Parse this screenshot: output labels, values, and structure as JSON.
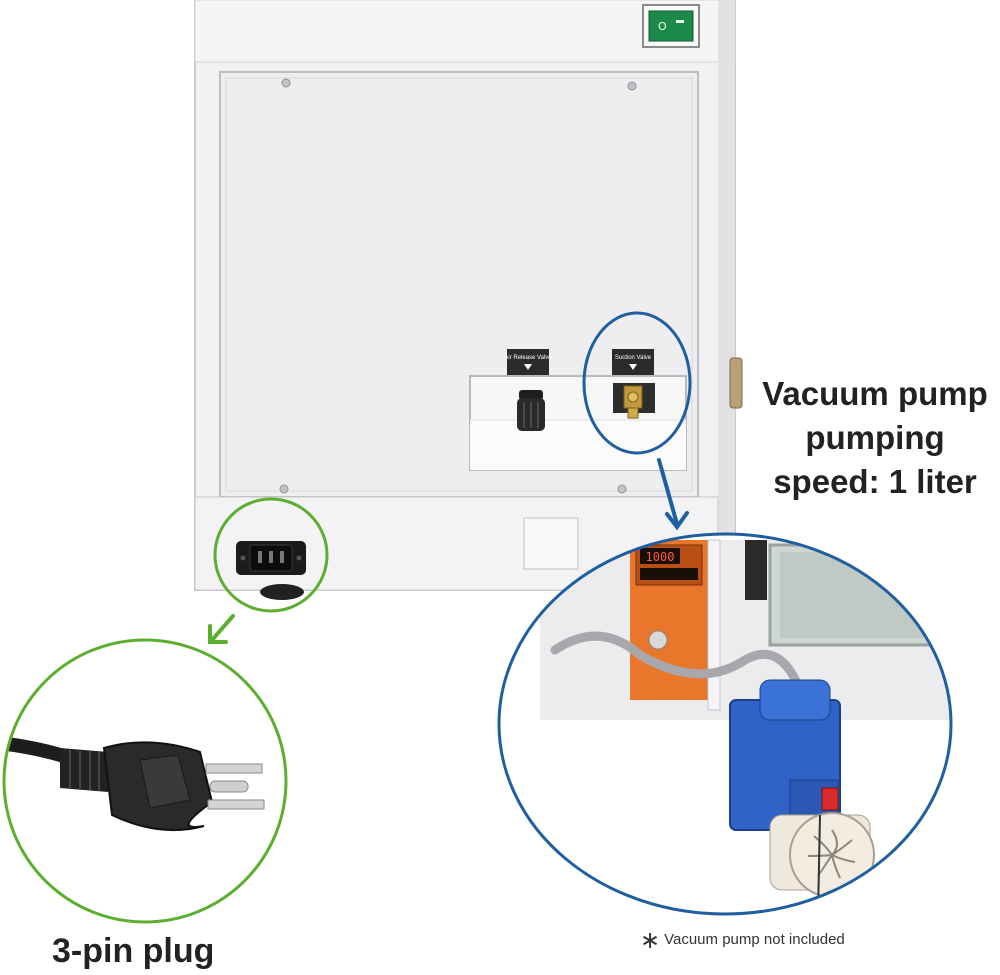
{
  "callouts": {
    "pump_speed_lines": [
      "Vacuum pump",
      "pumping",
      "speed: 1 liter"
    ],
    "plug_label": "3-pin plug",
    "note_symbol": "∗",
    "note_text": "Vacuum pump not included"
  },
  "panel_labels": {
    "air_release": "Air Release Valve",
    "suction": "Suction Valve"
  },
  "display_readout": "1000",
  "colors": {
    "green_circle": "#5cae2e",
    "blue_circle": "#1f5fa0",
    "power_switch": "#1e8a4a",
    "chamber_orange": "#e8762b",
    "pump_blue": "#2f63c8"
  }
}
